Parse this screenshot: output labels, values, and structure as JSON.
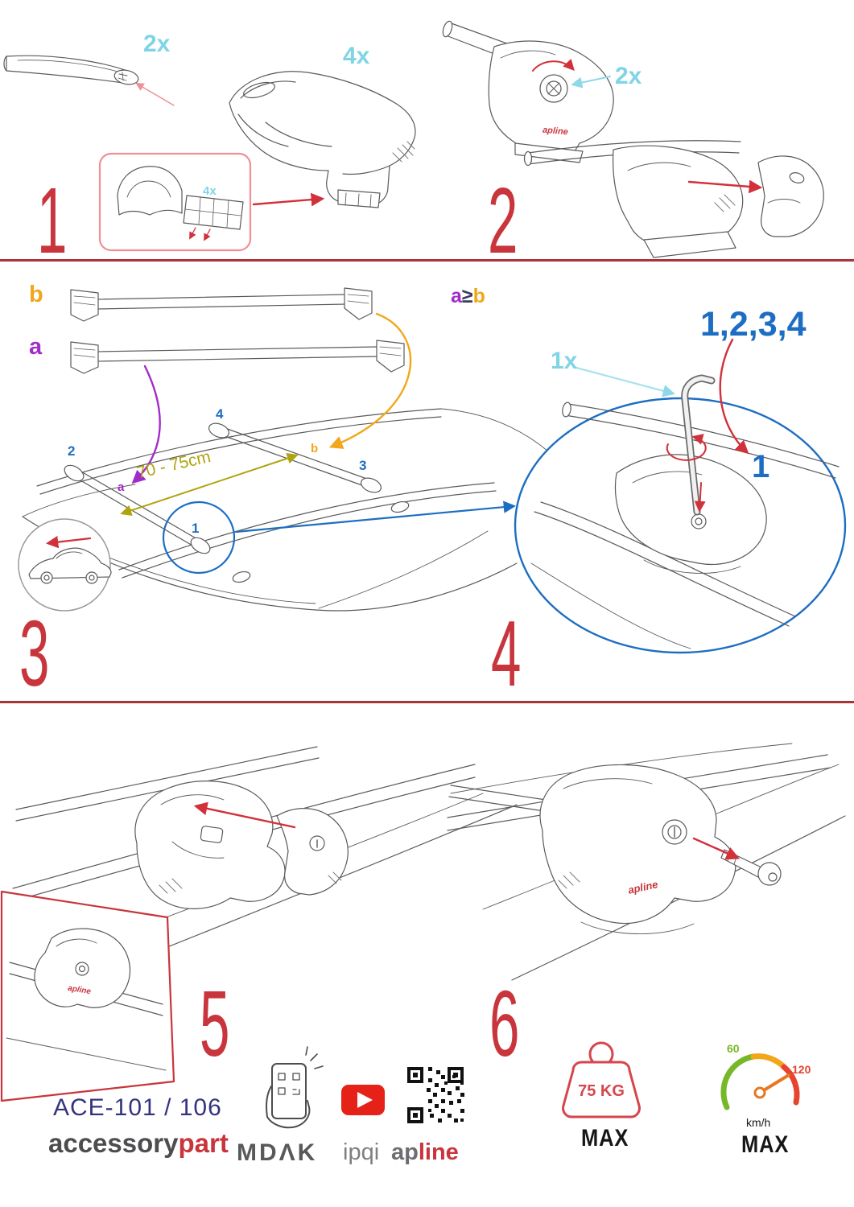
{
  "colors": {
    "accent_red": "#c9353c",
    "divider_red": "#a93438",
    "cyan": "#7fd4e6",
    "purple": "#a22cc8",
    "orange": "#f2a71b",
    "blue": "#1d6ec2",
    "olive": "#b0a40e",
    "navy": "#33337f",
    "gray": "#4d4d4f",
    "green": "#76b82a",
    "youtube_red": "#e62117"
  },
  "steps": {
    "one": {
      "number": "1",
      "bar_qty": "2x",
      "foot_qty": "4x",
      "pad_qty": "4x"
    },
    "two": {
      "number": "2",
      "knob_qty": "2x"
    },
    "three": {
      "number": "3",
      "bar_b_label": "b",
      "bar_a_label": "a",
      "distance": "70 - 75cm",
      "roof_labels": {
        "p1": "1",
        "p2": "2",
        "p3": "3",
        "p4": "4",
        "a": "a",
        "b": "b"
      }
    },
    "four": {
      "number": "4",
      "rule_a": "a",
      "rule_op": "≥",
      "rule_b": "b",
      "sequence": "1,2,3,4",
      "tool_qty": "1x",
      "first_position": "1"
    },
    "five": {
      "number": "5"
    },
    "six": {
      "number": "6"
    }
  },
  "drawings": {
    "brand_sticker": "apline"
  },
  "footer": {
    "model": "ACE-101 / 106",
    "brand": {
      "part1": "accessory",
      "part2": "part"
    },
    "mdak": "MDΛK",
    "ipqi": "ipqi",
    "apline": {
      "part1": "ap",
      "part2": "line"
    },
    "weight": {
      "value": "75 KG",
      "max": "MAX"
    },
    "speedometer": {
      "low": "60",
      "high": "120",
      "unit": "km/h",
      "max": "MAX"
    }
  }
}
